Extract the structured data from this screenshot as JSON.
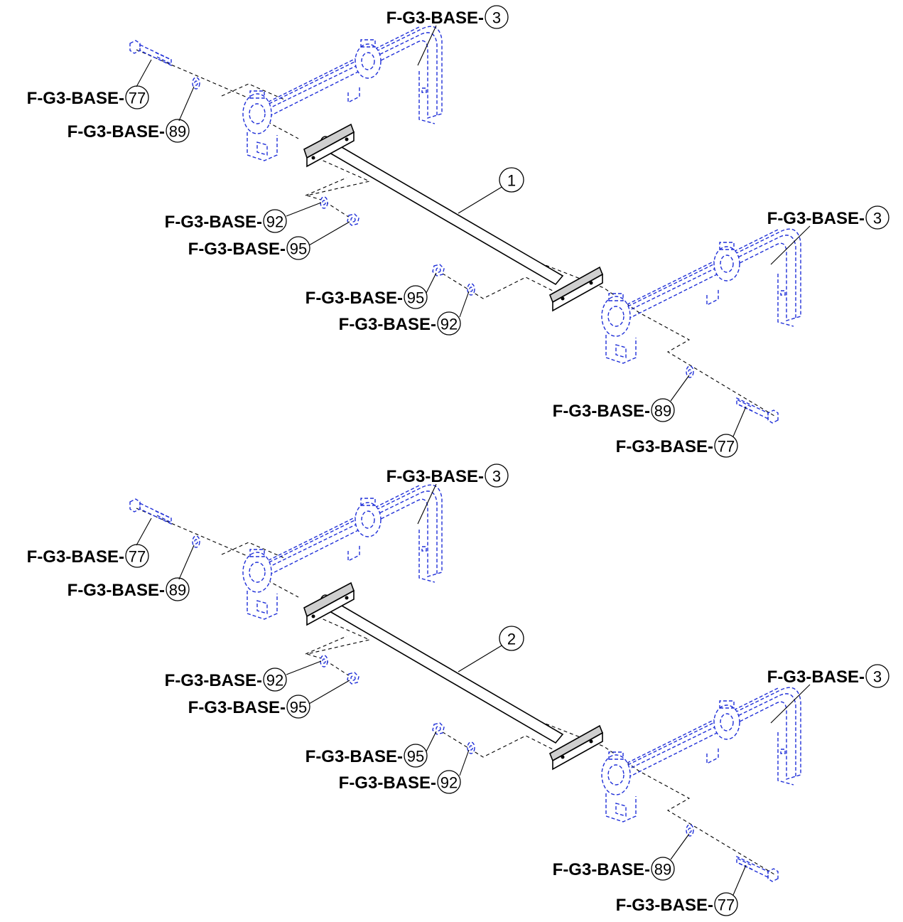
{
  "label_prefix": "F-G3-BASE-",
  "colors": {
    "hidden_parts": "#1f2fd8",
    "lines": "#000000"
  },
  "assemblies": [
    {
      "main_part": "1",
      "callouts": {
        "frame_top": "3",
        "bolt_left": "77",
        "washer_left": "89",
        "washer_mid_left": "92",
        "nut_mid_left": "95",
        "frame_right": "3",
        "nut_mid_right": "95",
        "washer_mid_right": "92",
        "washer_right": "89",
        "bolt_right": "77"
      }
    },
    {
      "main_part": "2",
      "callouts": {
        "frame_top": "3",
        "bolt_left": "77",
        "washer_left": "89",
        "washer_mid_left": "92",
        "nut_mid_left": "95",
        "frame_right": "3",
        "nut_mid_right": "95",
        "washer_mid_right": "92",
        "washer_right": "89",
        "bolt_right": "77"
      }
    }
  ]
}
